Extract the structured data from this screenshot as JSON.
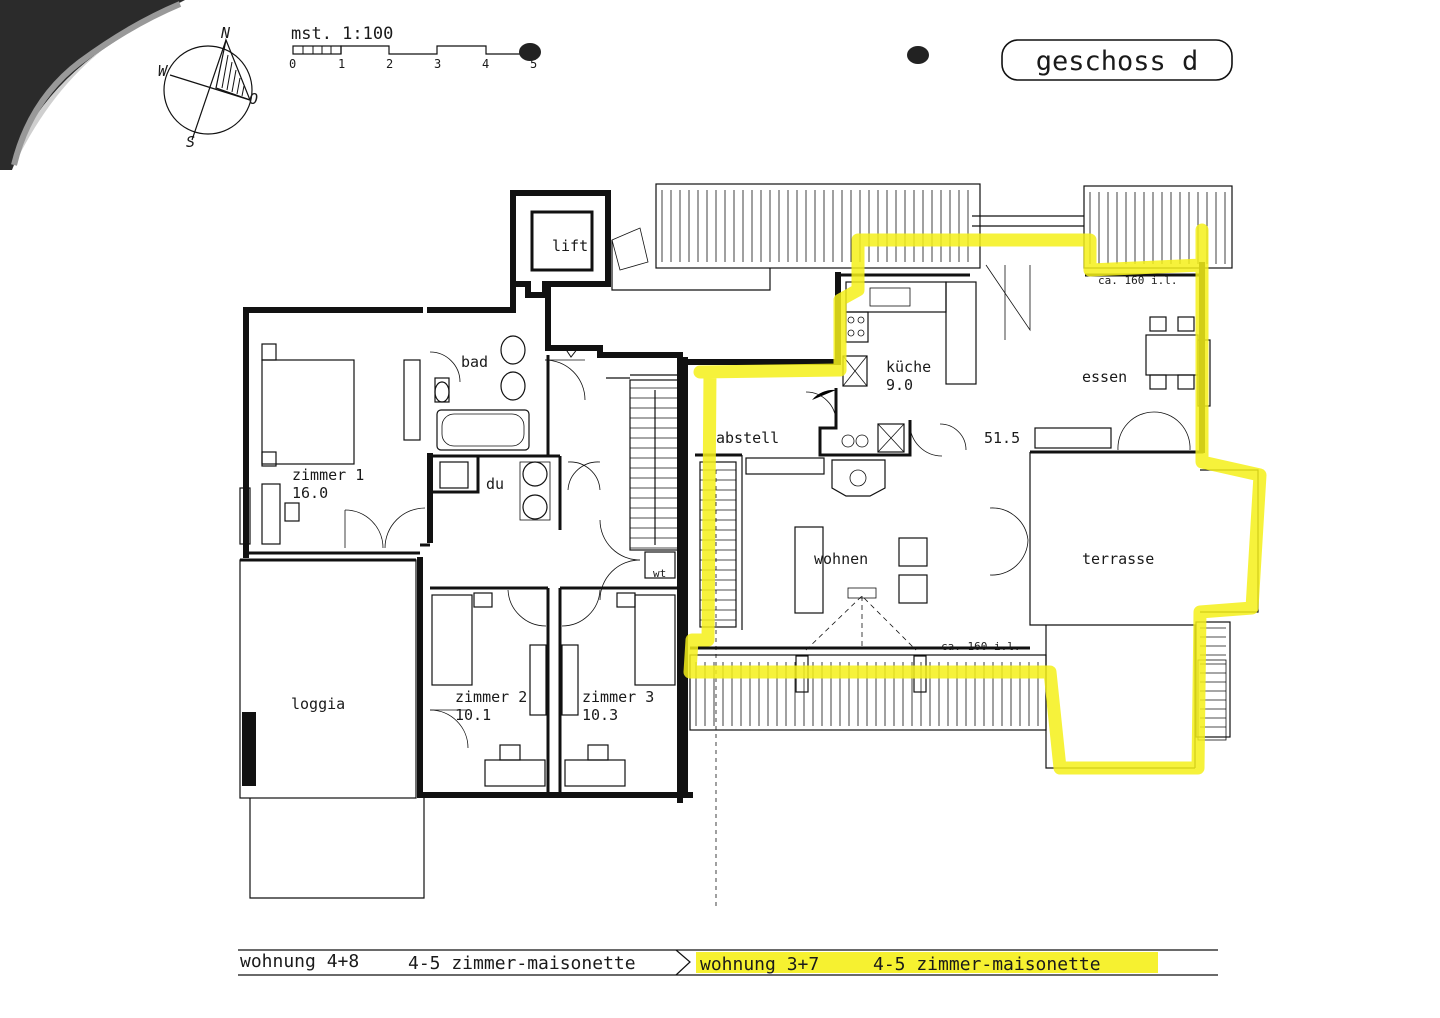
{
  "title": "geschoss d",
  "scale": {
    "label": "mst. 1:100",
    "ticks": [
      "0",
      "1",
      "2",
      "3",
      "4",
      "5"
    ]
  },
  "compass": {
    "n": "N",
    "s": "S",
    "w": "W",
    "o": "O"
  },
  "rooms": {
    "lift": "lift",
    "bad": "bad",
    "du": "du",
    "wt": "wt",
    "zimmer1_name": "zimmer 1",
    "zimmer1_area": "16.0",
    "zimmer2_name": "zimmer 2",
    "zimmer2_area": "10.1",
    "zimmer3_name": "zimmer 3",
    "zimmer3_area": "10.3",
    "loggia": "loggia",
    "kueche_name": "küche",
    "kueche_area": "9.0",
    "essen": "essen",
    "abstell": "abstell",
    "living_area": "51.5",
    "wohnen": "wohnen",
    "terrasse": "terrasse"
  },
  "notes": {
    "ca_160_top": "ca. 160 i.l.",
    "ca_160_bottom": "ca. 160 i.l."
  },
  "footer": {
    "left_unit": "wohnung 4+8",
    "left_type": "4-5 zimmer-maisonette",
    "right_unit": "wohnung 3+7",
    "right_type": "4-5 zimmer-maisonette"
  },
  "colors": {
    "highlight": "#f5f019",
    "ink": "#111111"
  }
}
